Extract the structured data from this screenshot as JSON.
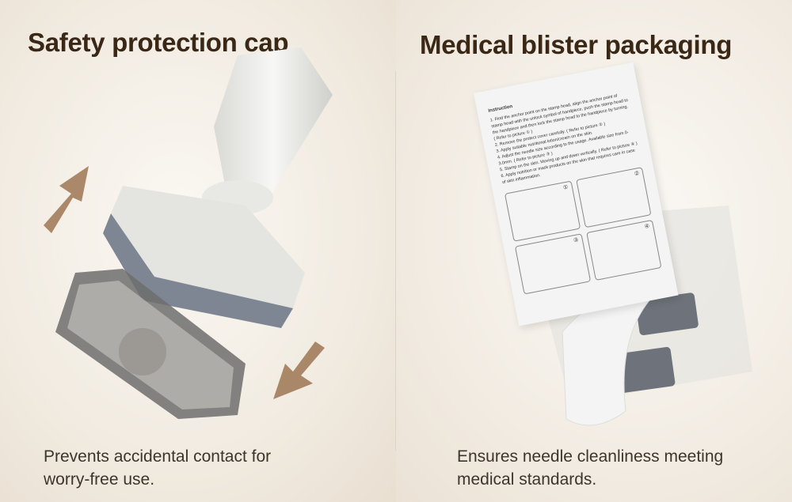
{
  "left": {
    "title": "Safety protection cap",
    "caption_line1": "Prevents accidental contact for",
    "caption_line2": "worry-free use."
  },
  "right": {
    "title": "Medical blister packaging",
    "caption_line1": "Ensures needle cleanliness meeting",
    "caption_line2": "medical standards.",
    "instruction": {
      "heading": "Instruction",
      "steps": [
        "1. Find the anchor point on the stamp head, align the anchor point of stamp head with the unlock symbol of handpiece, push the stamp head to the handpiece and then lock the stamp head to the handpiece by turning. ( Refer to picture ① )",
        "2. Remove the protect cover carefully. ( Refer to picture ② )",
        "3. Apply suitable nutritional lotion/cream on the skin.",
        "4. Adjust the needle size according to the usage. Available size from 0-3.0mm. ( Refer to picture ③ )",
        "5. Stamp on the skin. Moving up and down vertically. ( Refer to picture ④ )",
        "6. Apply nutrition or mask products on the skin that requires care in case of skin inflammation."
      ],
      "pictures": [
        "①",
        "②",
        "③",
        "④"
      ]
    }
  },
  "colors": {
    "title": "#3a2716",
    "arrow": "#9c7552"
  }
}
